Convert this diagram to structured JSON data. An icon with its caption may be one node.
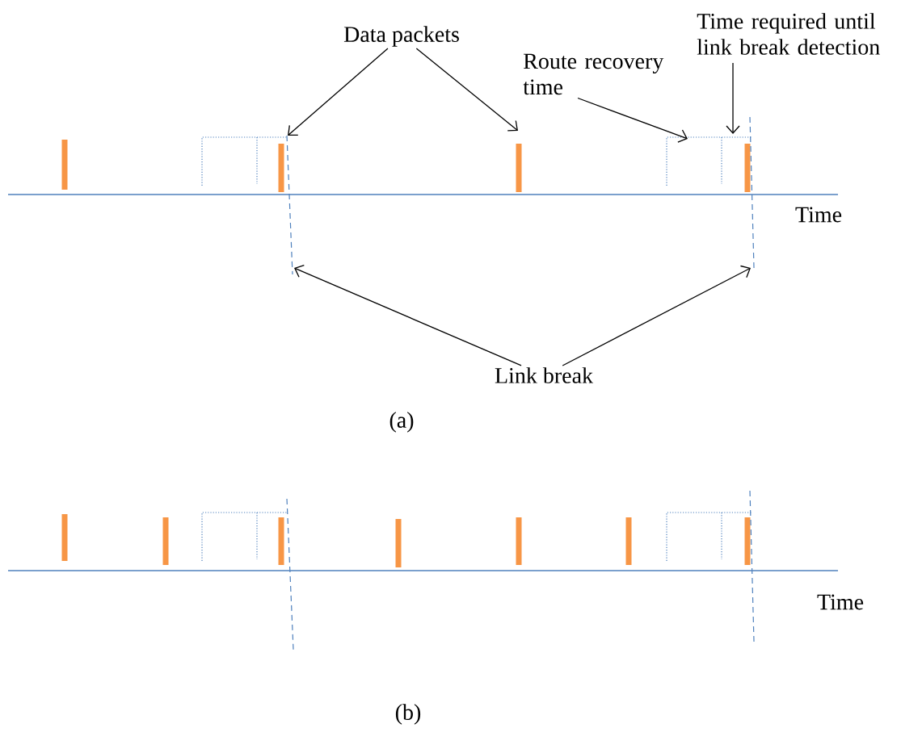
{
  "diagram": {
    "nodes": [
      {
        "text": [
          "Data packets"
        ]
      },
      {
        "text": [
          "Route recovery time"
        ]
      },
      {
        "text": [
          "Time required until link break detection"
        ]
      },
      {
        "text": [
          "Link break"
        ]
      }
    ],
    "edges": [
      {
        "from": 0,
        "to": null,
        "arrow": "to"
      },
      {
        "from": 0,
        "to": null,
        "arrow": "to"
      },
      {
        "from": 1,
        "to": null,
        "arrow": "to"
      },
      {
        "from": 2,
        "to": null,
        "arrow": "to"
      },
      {
        "from": 3,
        "to": null,
        "arrow": "to"
      },
      {
        "from": 3,
        "to": null,
        "arrow": "to"
      }
    ],
    "labels": [
      "Time",
      "(a)",
      "Time",
      "(b)"
    ]
  }
}
